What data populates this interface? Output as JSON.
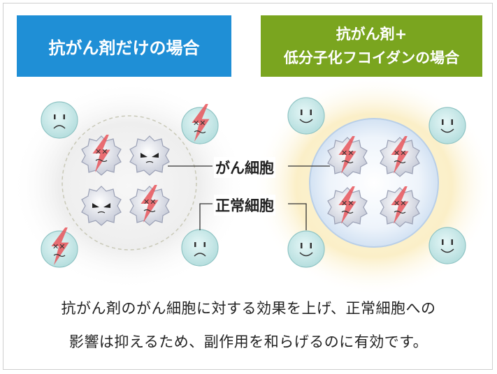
{
  "left_header": "抗がん剤だけの場合",
  "right_header_line1": "抗がん剤+",
  "right_header_line2": "低分子化フコイダンの場合",
  "label_cancer": "がん細胞",
  "label_normal": "正常細胞",
  "caption_line1": "抗がん剤のがん細胞に対する効果を上げ、正常細胞への",
  "caption_line2": "影響は抑えるため、副作用を和らげるのに有効です。",
  "colors": {
    "left_header_bg": "#1f8fd6",
    "right_header_bg": "#7aa51f",
    "normal_cell_fill": "#c9ecec",
    "cancer_cell_fill": "#dcdfe8",
    "damage_red": "#e8555a",
    "right_glow": "#fbf1d2",
    "right_circle": "#dbe9f6"
  },
  "icons": [
    "normal-cell-icon",
    "cancer-cell-icon",
    "lightning-damage-icon"
  ]
}
